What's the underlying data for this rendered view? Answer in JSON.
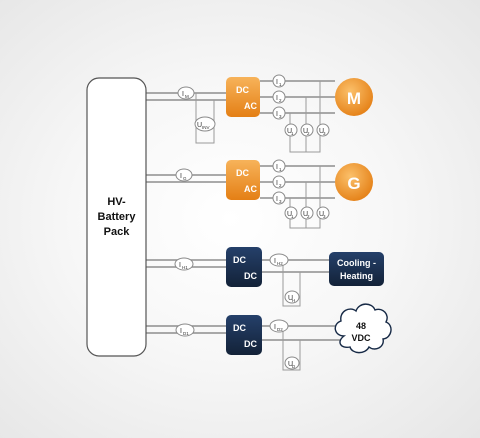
{
  "colors": {
    "orange": "#ec8a1f",
    "orange_light": "#f7b35a",
    "navy": "#172a46",
    "wire": "#8e8e8e"
  },
  "battery": {
    "lines": [
      "HV-",
      "Battery",
      "Pack"
    ]
  },
  "machines": {
    "motor_label": "M",
    "generator_label": "G"
  },
  "converters": [
    {
      "top": "DC",
      "bottom": "AC"
    },
    {
      "top": "DC",
      "bottom": "AC"
    },
    {
      "top": "DC",
      "bottom": "DC"
    },
    {
      "top": "DC",
      "bottom": "DC"
    }
  ],
  "loads": {
    "cooling_lines": [
      "Cooling -",
      "Heating"
    ],
    "lv_lines": [
      "48",
      "VDC"
    ]
  },
  "meters": {
    "i_m": {
      "main": "I",
      "sub": "M"
    },
    "u_inv": {
      "main": "U",
      "sub": "INV"
    },
    "i_g": {
      "main": "I",
      "sub": "G"
    },
    "i_h1": {
      "main": "I",
      "sub": "H1"
    },
    "i_h2": {
      "main": "I",
      "sub": "H2"
    },
    "u_h": {
      "main": "U",
      "sub": "H"
    },
    "i_d1": {
      "main": "I",
      "sub": "D1"
    },
    "i_d2": {
      "main": "I",
      "sub": "D2"
    },
    "u_d": {
      "main": "U",
      "sub": "D"
    },
    "phase_currents": [
      {
        "main": "I",
        "sub": "1"
      },
      {
        "main": "I",
        "sub": "2"
      },
      {
        "main": "I",
        "sub": "3"
      }
    ],
    "phase_voltages": [
      {
        "main": "U",
        "sub": "1"
      },
      {
        "main": "U",
        "sub": "2"
      },
      {
        "main": "U",
        "sub": "3"
      }
    ]
  }
}
